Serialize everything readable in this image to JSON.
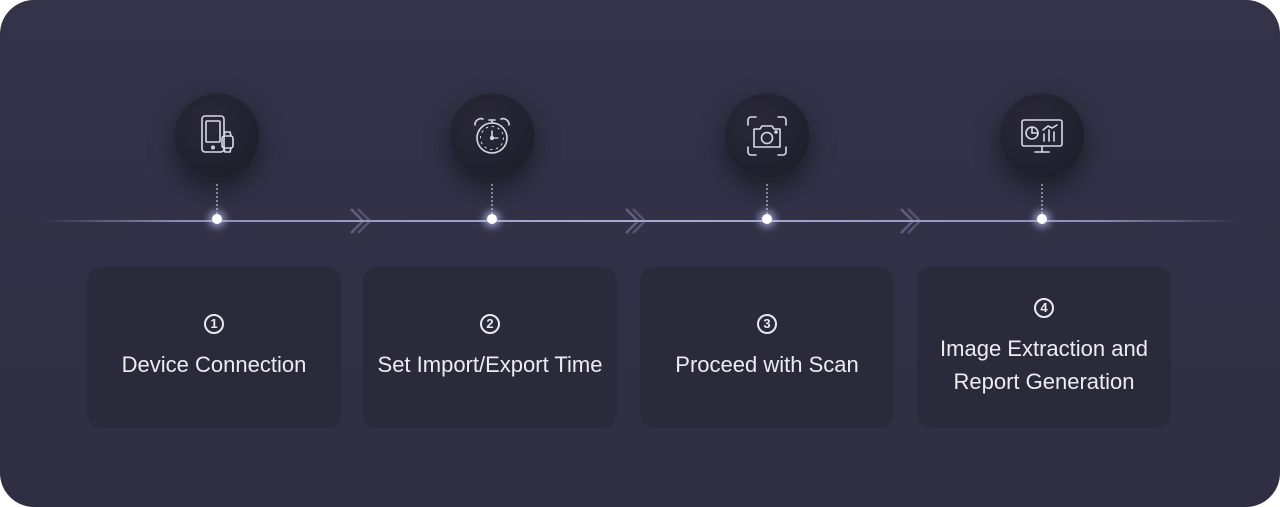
{
  "steps": [
    {
      "number": "1",
      "label": "Device Connection",
      "icon": "tablet-watch-icon"
    },
    {
      "number": "2",
      "label": "Set Import/Export Time",
      "icon": "alarm-clock-icon"
    },
    {
      "number": "3",
      "label": "Proceed with Scan",
      "icon": "camera-scan-icon"
    },
    {
      "number": "4",
      "label": "Image Extraction and Report Generation",
      "icon": "report-monitor-icon"
    }
  ],
  "colors": {
    "background": "#34324a",
    "card": "#2b2a3b",
    "icon_circle": "#211f2d",
    "text": "#ececf4",
    "line": "#b4b9eb"
  }
}
